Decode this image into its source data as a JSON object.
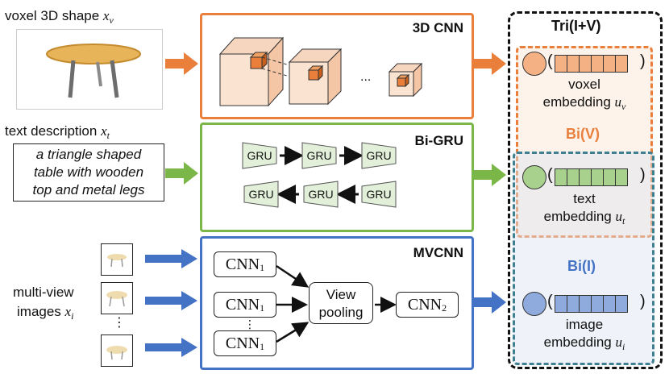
{
  "left": {
    "voxel_label": "voxel 3D shape",
    "voxel_var": "x",
    "voxel_sub": "v",
    "text_label": "text description",
    "text_var": "x",
    "text_sub": "t",
    "text_desc_lines": [
      "a triangle shaped",
      "table with wooden",
      "top and metal legs"
    ],
    "mv_label_line1": "multi-view",
    "mv_label_line2": "images",
    "mv_var": "x",
    "mv_sub": "i"
  },
  "encoders": {
    "cnn3d_title": "3D CNN",
    "cnn3d_ellipsis": "...",
    "bigru_title": "Bi-GRU",
    "gru_label": "GRU",
    "mvcnn_title": "MVCNN",
    "cnn1_label": "CNN",
    "cnn1_sub": "1",
    "cnn2_label": "CNN",
    "cnn2_sub": "2",
    "view_pooling_line1": "View",
    "view_pooling_line2": "pooling",
    "vdots": "⋮"
  },
  "right": {
    "tri_title": "Tri(I+V)",
    "voxel_line1": "voxel",
    "voxel_line2": "embedding",
    "voxel_var": "u",
    "voxel_sub": "v",
    "bi_v": "Bi(V)",
    "text_line1": "text",
    "text_line2": "embedding",
    "text_var": "u",
    "text_sub": "t",
    "bi_i": "Bi(I)",
    "image_line1": "image",
    "image_line2": "embedding",
    "image_var": "u",
    "image_sub": "i",
    "paren_open": "(",
    "paren_close": ")"
  },
  "colors": {
    "orange": "#e97f3a",
    "green": "#7ab648",
    "blue": "#4472c4",
    "teal_dash": "#3e7f91",
    "orange_fill": "#f4b183",
    "green_fill": "#a9d18e",
    "blue_fill": "#8faadc"
  }
}
